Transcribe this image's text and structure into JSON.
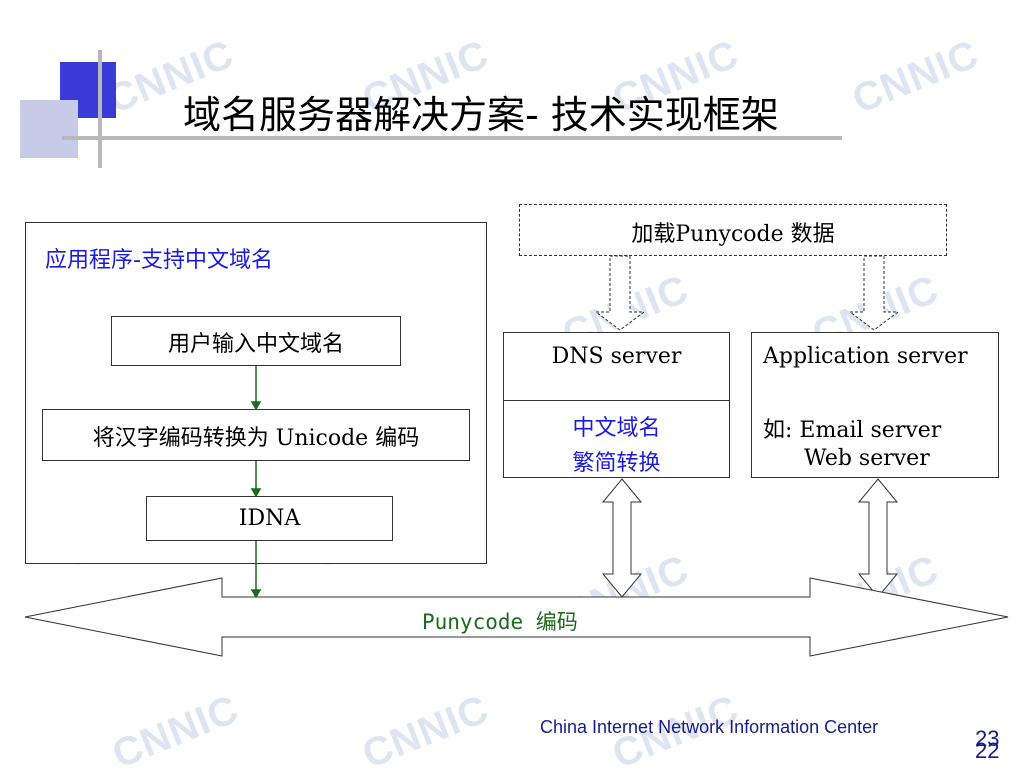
{
  "watermark": "CNNIC",
  "title": "域名服务器解决方案- 技术实现框架",
  "app_box": {
    "heading": "应用程序-支持中文域名",
    "step1": "用户输入中文域名",
    "step2": "将汉字编码转换为 Unicode 编码",
    "step3": "IDNA"
  },
  "load_box": "加载Punycode 数据",
  "dns_box": {
    "title": "DNS server",
    "line1": "中文域名",
    "line2": "繁简转换"
  },
  "app_server_box": {
    "title": "Application server",
    "line1": "如: Email server",
    "line2": "Web server"
  },
  "punycode_label": "Punycode 编码",
  "footer": {
    "org": "China Internet Network Information Center",
    "page_number_top": "23",
    "page_number_bottom": "22"
  },
  "colors": {
    "accent_blue": "#1a1ae0",
    "green": "#1a6b1a",
    "footer_blue": "#1a1a8c"
  }
}
